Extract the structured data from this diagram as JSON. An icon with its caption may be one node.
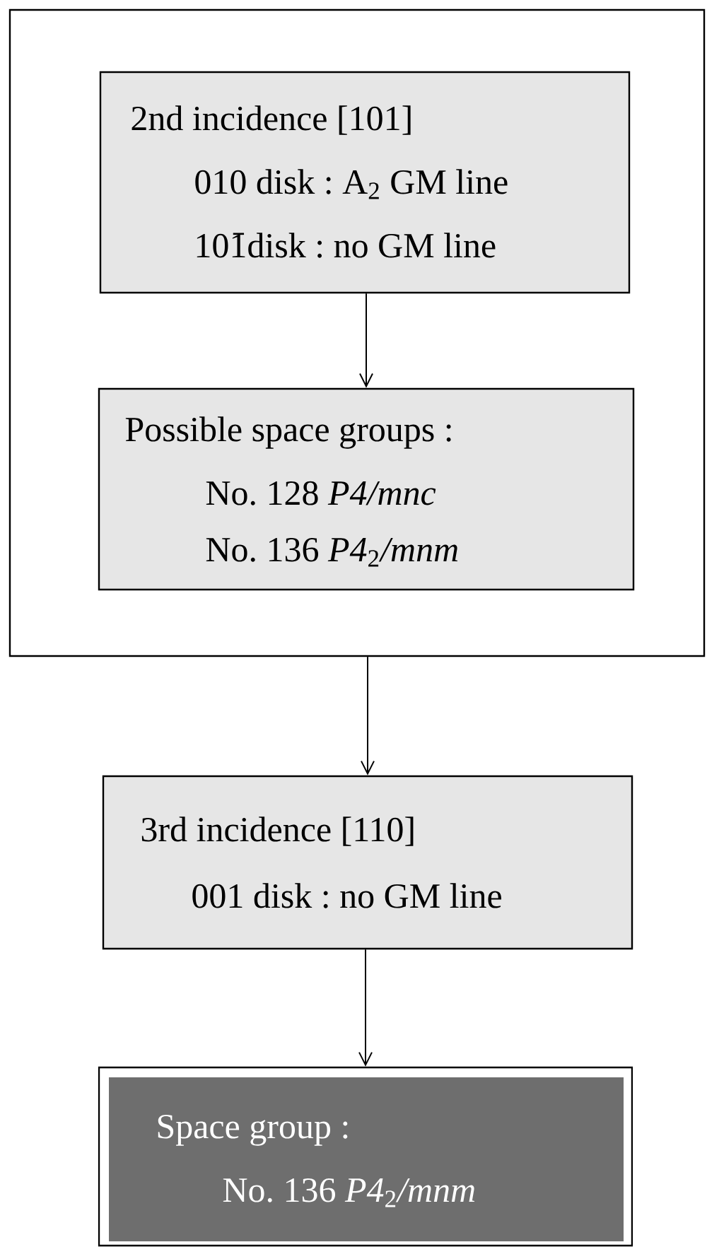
{
  "diagram": {
    "nodes": [
      {
        "text": [],
        "shape": "box"
      },
      {
        "text": [
          "2nd incidence  [101]",
          "010 disk : A$_{2}$ GM line",
          "101̄ disk : no GM line"
        ],
        "in": 0
      },
      {
        "text": [
          "Possible space groups :",
          "No. 128  *P4/mnc*",
          "No. 136  *P4*$_{2}$*/mnm*"
        ],
        "in": 0
      },
      {
        "text": [
          "3rd incidence  [110]",
          "001 disk : no GM line"
        ]
      },
      {
        "text": [
          "Space group :",
          "No. 136  *P4*$_{2}$*/mnm*"
        ]
      }
    ],
    "edges": [
      {
        "from": 1,
        "to": 2,
        "arrow": "to"
      },
      {
        "from": 0,
        "to": 3,
        "arrow": "to"
      },
      {
        "from": 3,
        "to": 4,
        "arrow": "to"
      }
    ]
  }
}
